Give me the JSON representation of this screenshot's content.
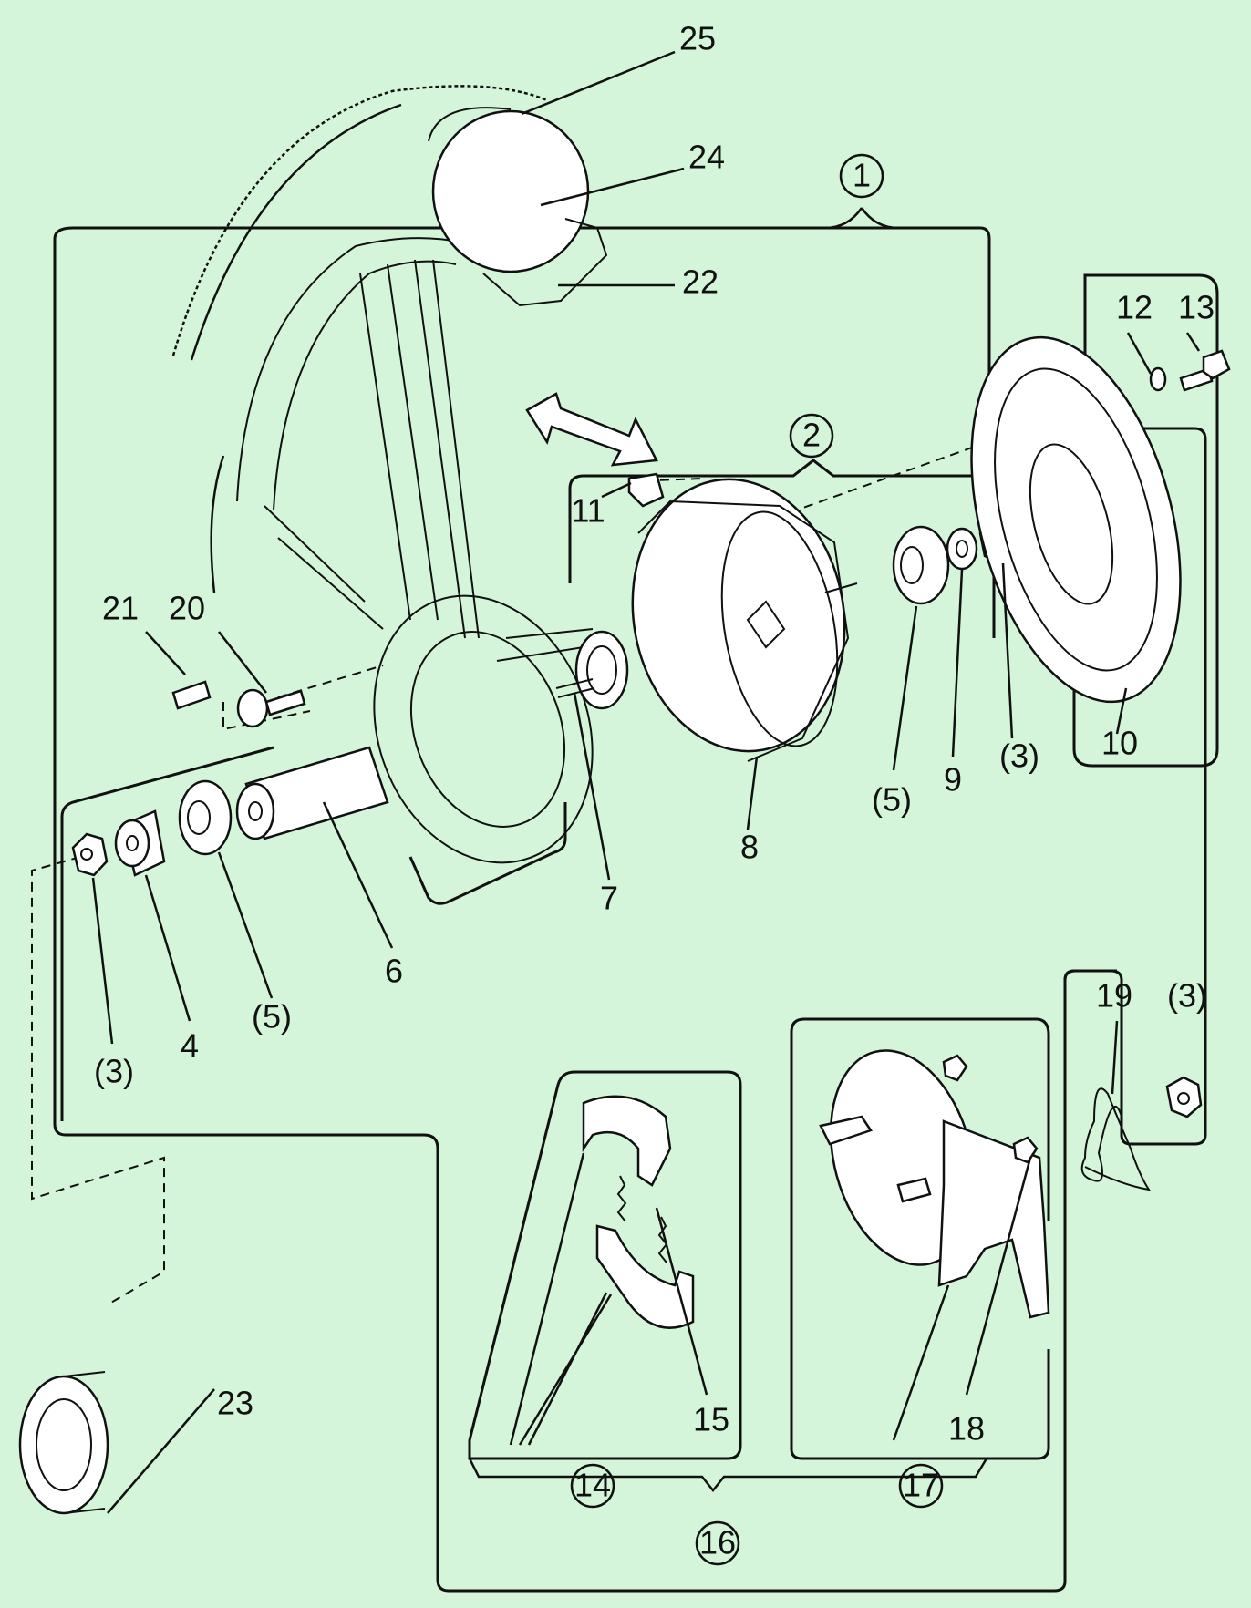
{
  "parts": {
    "p1": "1",
    "p2": "2",
    "p3a": "(3)",
    "p3b": "(3)",
    "p3c": "(3)",
    "p4": "4",
    "p5a": "(5)",
    "p5b": "(5)",
    "p6": "6",
    "p7": "7",
    "p8": "8",
    "p9": "9",
    "p10": "10",
    "p11": "11",
    "p12": "12",
    "p13": "13",
    "p14": "14",
    "p15": "15",
    "p16": "16",
    "p17": "17",
    "p18": "18",
    "p19": "19",
    "p20": "20",
    "p21": "21",
    "p22": "22",
    "p23": "23",
    "p24": "24",
    "p25": "25"
  }
}
